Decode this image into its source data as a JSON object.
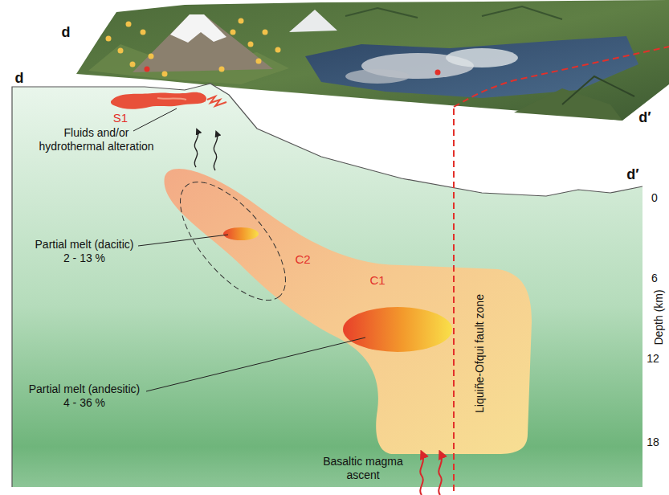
{
  "diagram": {
    "labels": [
      "d",
      "d′",
      "d",
      "S1",
      "Fluids and/or hydrothermal alteration",
      "d′",
      "0",
      "Partial melt (dacitic) 2 - 13 %",
      "C2",
      "C1",
      "6",
      "Partial melt (andesitic) 4 - 36 %",
      "Liquiñe-Ofqui fault zone",
      "12",
      "Depth (km)",
      "Basaltic magma ascent",
      "18"
    ]
  }
}
